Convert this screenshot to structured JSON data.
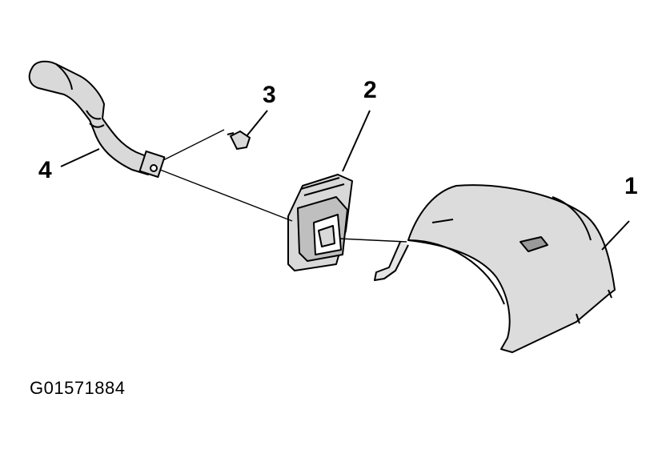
{
  "diagram": {
    "callouts": [
      {
        "id": "1",
        "label": "1"
      },
      {
        "id": "2",
        "label": "2"
      },
      {
        "id": "3",
        "label": "3"
      },
      {
        "id": "4",
        "label": "4"
      }
    ],
    "figure_id": "G01571884"
  },
  "colors": {
    "line": "#000000",
    "part_fill": "#d9d9d9",
    "background": "#ffffff"
  }
}
